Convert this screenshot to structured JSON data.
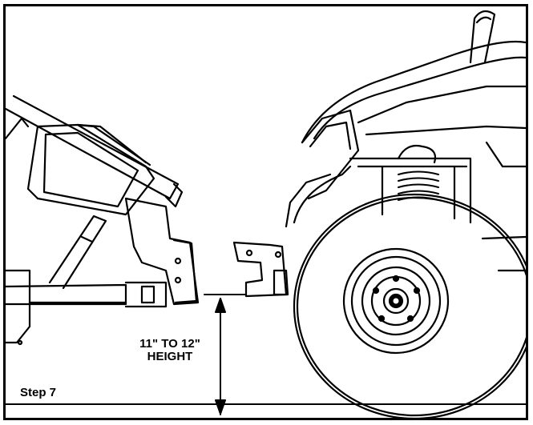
{
  "diagram": {
    "height_label_line1": "11\" TO 12\"",
    "height_label_line2": "HEIGHT",
    "step_label": "Step 7"
  },
  "colors": {
    "ink": "#000000",
    "paper": "#ffffff"
  }
}
